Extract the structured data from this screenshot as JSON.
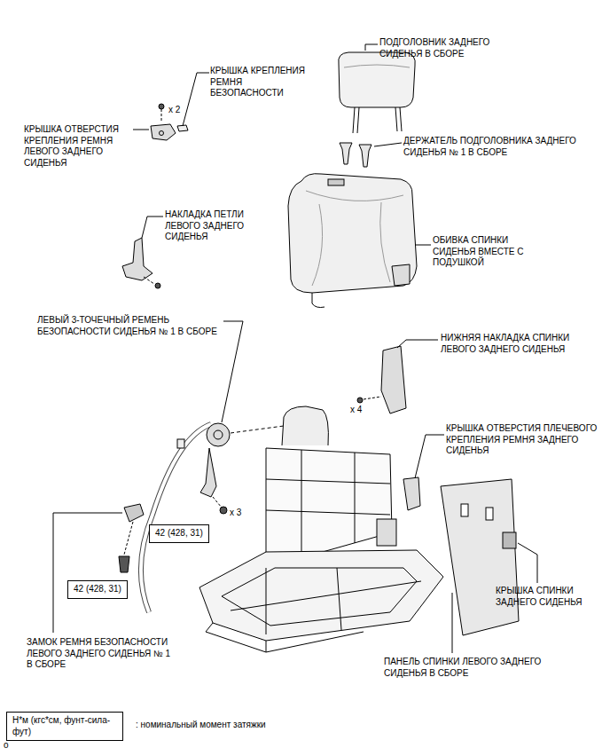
{
  "diagram": {
    "nodes": [
      {
        "text": [
          "42 (428, 31)"
        ]
      },
      {
        "text": [
          "42 (428, 31)"
        ]
      },
      {
        "text": [
          "Н*м (кгс*см, фунт-сила-фут)"
        ]
      }
    ],
    "labels": [
      "КРЫШКА КРЕПЛЕНИЯ РЕМНЯ БЕЗОПАСНОСТИ",
      "ПОДГОЛОВНИК ЗАДНЕГО СИДЕНЬЯ В СБОРЕ",
      "x 2",
      "КРЫШКА ОТВЕРСТИЯ КРЕПЛЕНИЯ РЕМНЯ ЛЕВОГО ЗАДНЕГО СИДЕНЬЯ",
      "ДЕРЖАТЕЛЬ ПОДГОЛОВНИКА ЗАДНЕГО СИДЕНЬЯ № 1 В СБОРЕ",
      "НАКЛАДКА ПЕТЛИ ЛЕВОГО ЗАДНЕГО СИДЕНЬЯ",
      "ОБИВКА СПИНКИ СИДЕНЬЯ ВМЕСТЕ С ПОДУШКОЙ",
      "ЛЕВЫЙ 3-ТОЧЕЧНЫЙ РЕМЕНЬ БЕЗОПАСНОСТИ СИДЕНЬЯ № 1 В СБОРЕ",
      "НИЖНЯЯ НАКЛАДКА СПИНКИ ЛЕВОГО ЗАДНЕГО СИДЕНЬЯ",
      "x 4",
      "КРЫШКА ОТВЕРСТИЯ ПЛЕЧЕВОГО КРЕПЛЕНИЯ РЕМНЯ ЗАДНЕГО СИДЕНЬЯ",
      "x 3",
      "КРЫШКА СПИНКИ ЗАДНЕГО СИДЕНЬЯ",
      "ЗАМОК РЕМНЯ БЕЗОПАСНОСТИ ЛЕВОГО ЗАДНЕГО СИДЕНЬЯ № 1 В СБОРЕ",
      "ПАНЕЛЬ СПИНКИ ЛЕВОГО ЗАДНЕГО СИДЕНЬЯ В СБОРЕ",
      ": номинальный момент затяжки",
      "o"
    ]
  }
}
